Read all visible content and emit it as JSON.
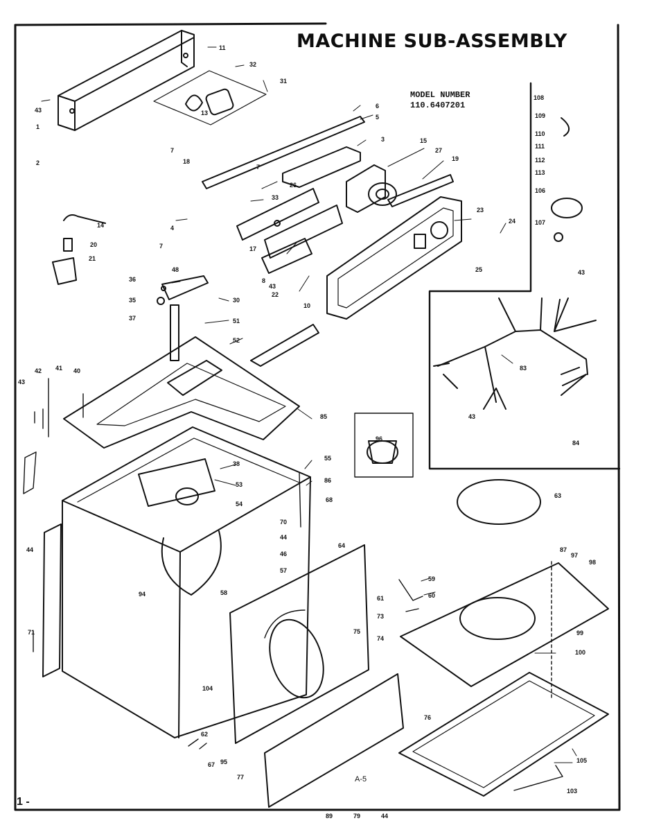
{
  "title": "MACHINE SUB-ASSEMBLY",
  "model": {
    "line1": "MODEL NUMBER",
    "line2": "110.6407201"
  },
  "footer": {
    "page": "A-5",
    "left_mark": "1 -"
  },
  "callouts": [
    "11",
    "43",
    "1",
    "2",
    "32",
    "31",
    "13",
    "7",
    "18",
    "6",
    "5",
    "3",
    "15",
    "27",
    "19",
    "7",
    "26",
    "4",
    "33",
    "23",
    "24",
    "14",
    "20",
    "21",
    "36",
    "7",
    "17",
    "8",
    "43",
    "25",
    "22",
    "10",
    "48",
    "35",
    "30",
    "37",
    "51",
    "52",
    "108",
    "109",
    "110",
    "111",
    "112",
    "113",
    "106",
    "107",
    "43",
    "83",
    "43",
    "84",
    "85",
    "43",
    "42",
    "41",
    "40",
    "38",
    "53",
    "54",
    "55",
    "86",
    "68",
    "70",
    "44",
    "44",
    "46",
    "57",
    "58",
    "59",
    "60",
    "61",
    "73",
    "74",
    "75",
    "87",
    "97",
    "98",
    "99",
    "100",
    "105",
    "63",
    "62",
    "67",
    "77",
    "76",
    "103",
    "104",
    "64",
    "71",
    "94",
    "95",
    "96",
    "89",
    "79",
    "44"
  ]
}
